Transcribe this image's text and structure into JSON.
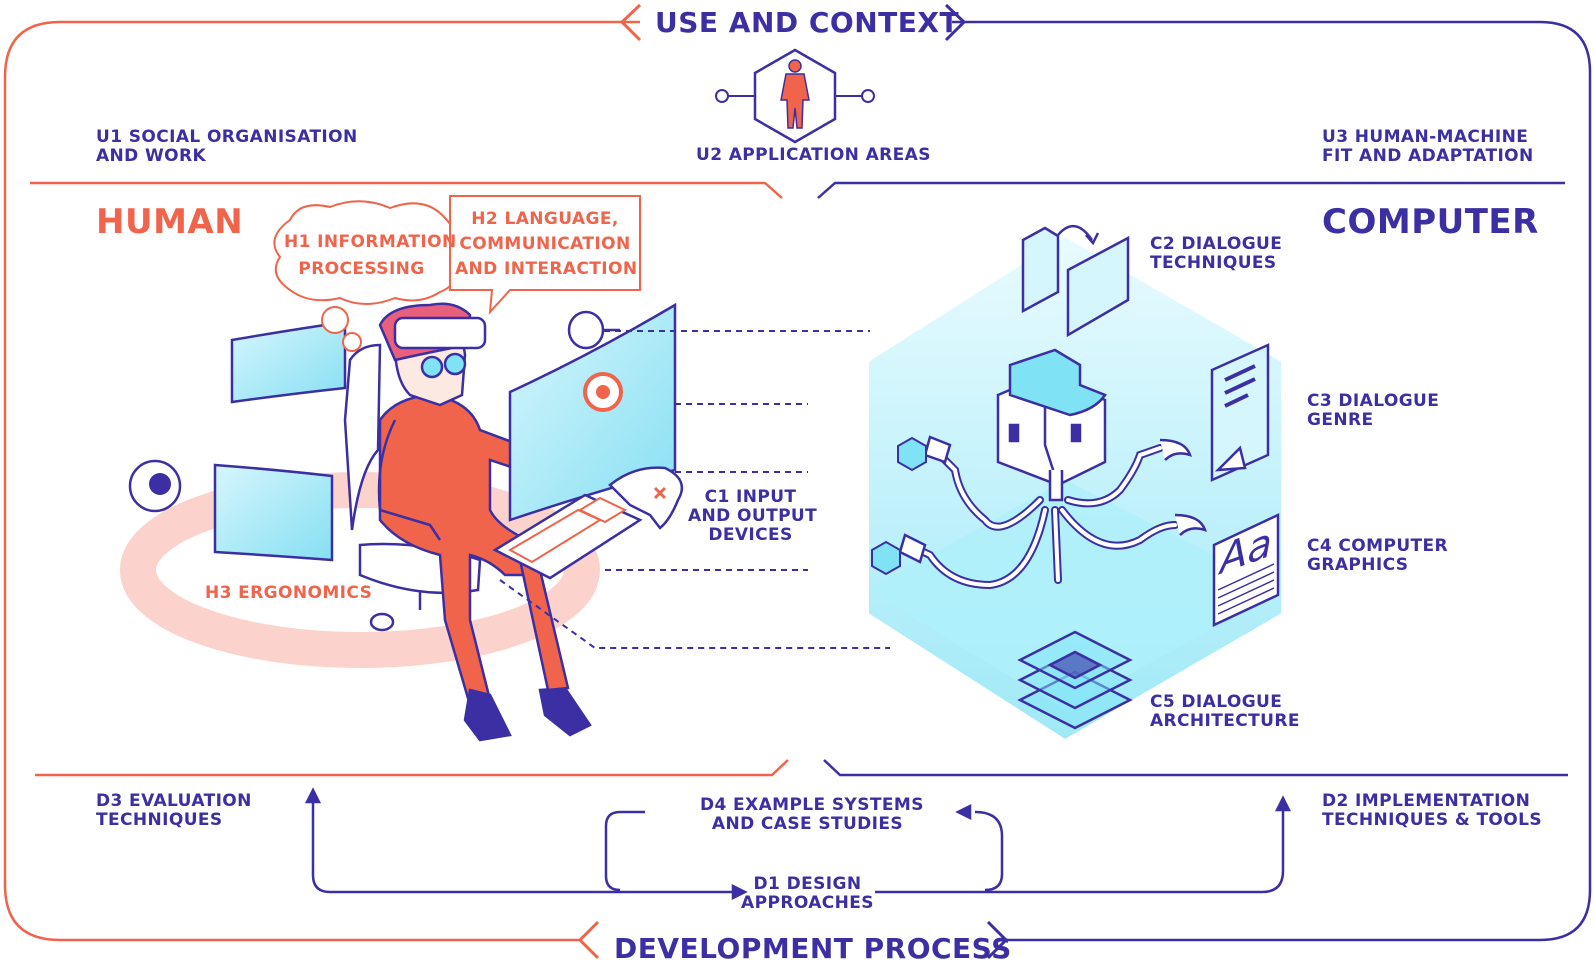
{
  "sections": {
    "top": "USE AND CONTEXT",
    "bottom": "DEVELOPMENT PROCESS",
    "left": "HUMAN",
    "right": "COMPUTER"
  },
  "use_context": {
    "u1": [
      "U1 SOCIAL ORGANISATION",
      "AND WORK"
    ],
    "u2": "U2 APPLICATION AREAS",
    "u3": [
      "U3 HUMAN-MACHINE",
      "FIT AND ADAPTATION"
    ]
  },
  "human": {
    "h1": [
      "H1 INFORMATION",
      "PROCESSING"
    ],
    "h2": [
      "H2 LANGUAGE,",
      "COMMUNICATION",
      "AND INTERACTION"
    ],
    "h3": "H3 ERGONOMICS"
  },
  "computer": {
    "c1": [
      "C1 INPUT",
      "AND OUTPUT",
      "DEVICES"
    ],
    "c2": [
      "C2 DIALOGUE",
      "TECHNIQUES"
    ],
    "c3": [
      "C3 DIALOGUE",
      "GENRE"
    ],
    "c4": [
      "C4 COMPUTER",
      "GRAPHICS"
    ],
    "c5": [
      "C5 DIALOGUE",
      "ARCHITECTURE"
    ]
  },
  "development": {
    "d1": [
      "D1 DESIGN",
      "APPROACHES"
    ],
    "d2": [
      "D2 IMPLEMENTATION",
      "TECHNIQUES & TOOLS"
    ],
    "d3": [
      "D3 EVALUATION",
      "TECHNIQUES"
    ],
    "d4": [
      "D4 EXAMPLE SYSTEMS",
      "AND CASE STUDIES"
    ]
  },
  "graphics": {
    "aa_glyph": "Aa"
  },
  "colors": {
    "human_red": "#f0644b",
    "computer_navy": "#3b2fa3",
    "cyan": "#7fe3f5",
    "light_red": "#fbd3cc"
  }
}
